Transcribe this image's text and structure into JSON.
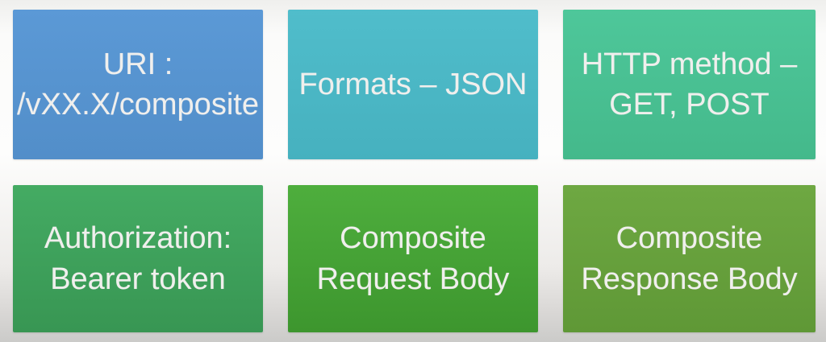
{
  "slide": {
    "text_color": "#f0efed",
    "cards": [
      {
        "id": "uri",
        "label": "URI :\n/vXX.X/composite",
        "color_top": "#5b99d6",
        "color_bottom": "#528ec9"
      },
      {
        "id": "formats",
        "label": "Formats – JSON",
        "color_top": "#50bdcb",
        "color_bottom": "#46b1bf"
      },
      {
        "id": "http-method",
        "label": "HTTP method –\nGET, POST",
        "color_top": "#4ec79a",
        "color_bottom": "#44b98b"
      },
      {
        "id": "authorization",
        "label": "Authorization:\nBearer token",
        "color_top": "#44ab63",
        "color_bottom": "#389653"
      },
      {
        "id": "request-body",
        "label": "Composite\nRequest Body",
        "color_top": "#4eae3d",
        "color_bottom": "#3d962e"
      },
      {
        "id": "response-body",
        "label": "Composite\nResponse Body",
        "color_top": "#6ea842",
        "color_bottom": "#5f9836"
      }
    ]
  }
}
